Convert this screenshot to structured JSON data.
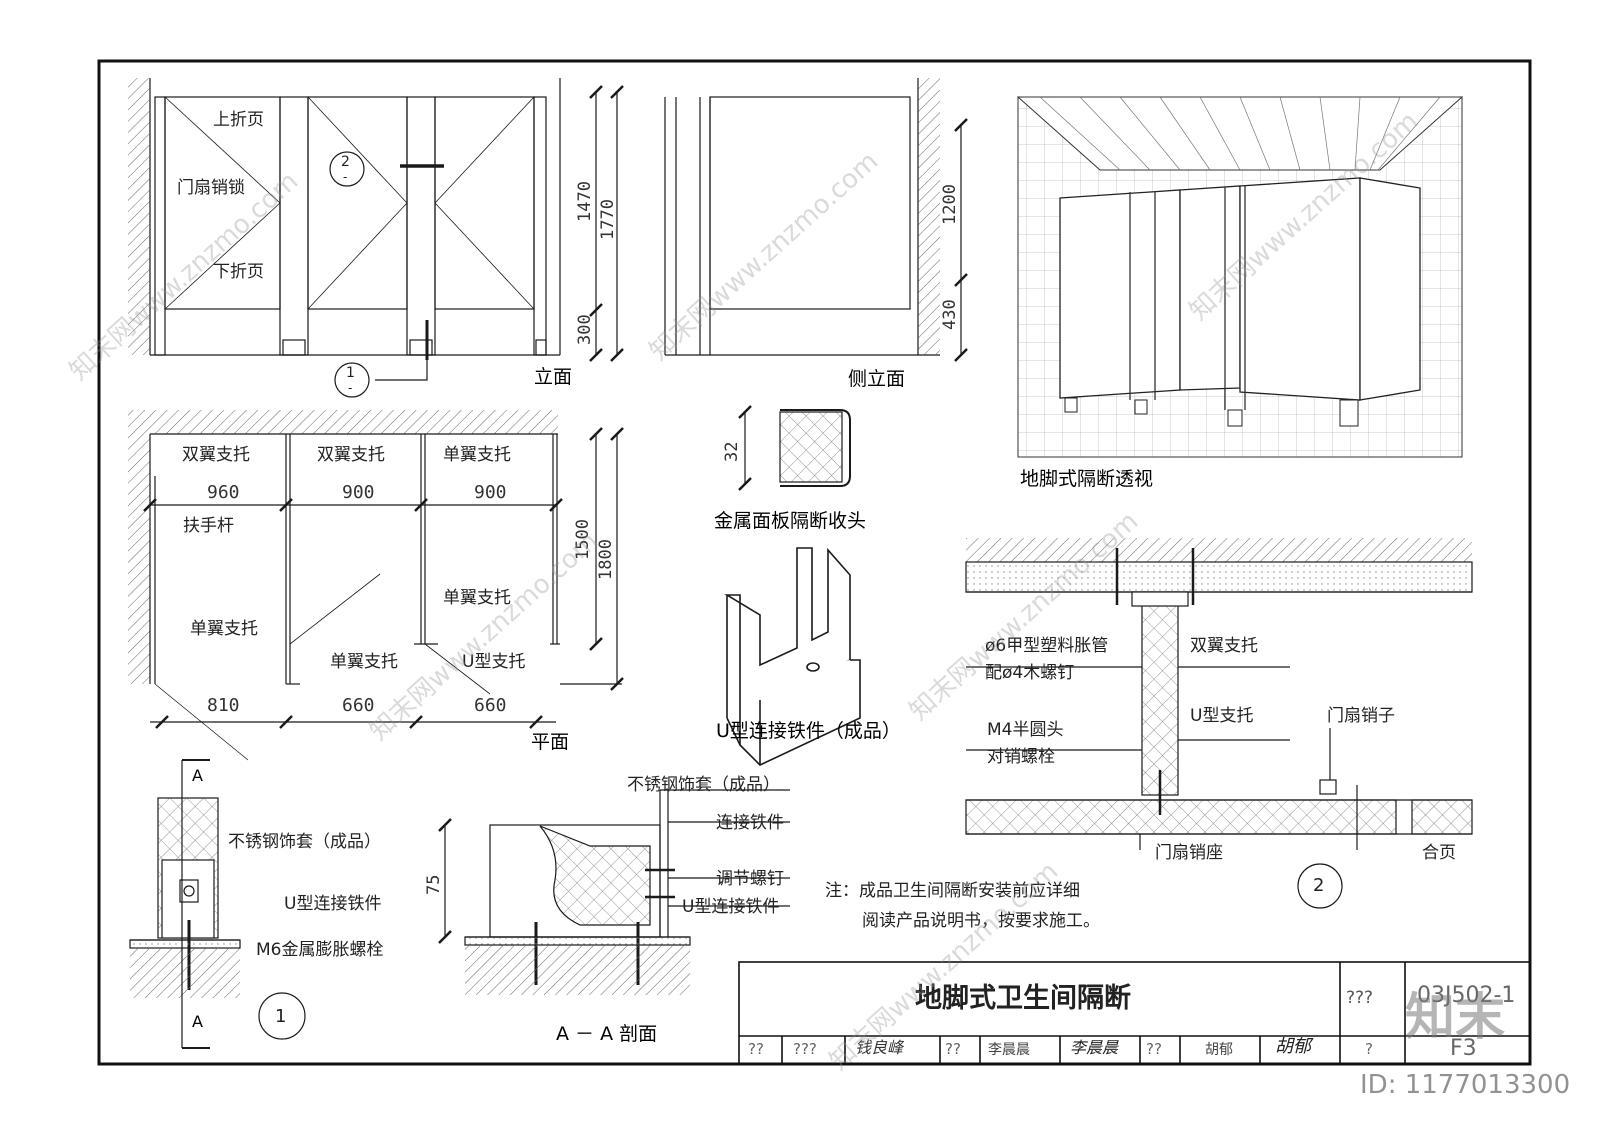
{
  "elevation": {
    "caption": "立面",
    "labels": {
      "upper_hinge": "上折页",
      "door_lock": "门扇销锁",
      "lower_hinge": "下折页"
    },
    "dims": {
      "d1470": "1470",
      "d1770": "1770",
      "d300": "300"
    },
    "callout_2": {
      "num": "2",
      "sub": "-"
    },
    "callout_1": {
      "num": "1",
      "sub": "-"
    }
  },
  "side_elevation": {
    "caption": "侧立面",
    "dims": {
      "d1200": "1200",
      "d430": "430"
    }
  },
  "perspective": {
    "caption": "地脚式隔断透视"
  },
  "plan": {
    "caption": "平面",
    "labels": {
      "double_support_1": "双翼支托",
      "double_support_2": "双翼支托",
      "single_support_top": "单翼支托",
      "handrail": "扶手杆",
      "single_support_mid": "单翼支托",
      "single_support_left": "单翼支托",
      "single_support_bottom": "单翼支托",
      "u_support": "U型支托"
    },
    "dims": {
      "d960": "960",
      "d900a": "900",
      "d900b": "900",
      "d1500": "1500",
      "d1800": "1800",
      "d810": "810",
      "d660a": "660",
      "d660b": "660"
    }
  },
  "edge_detail": {
    "caption": "金属面板隔断收头",
    "dim": "32"
  },
  "u_bracket": {
    "caption": "U型连接铁件（成品）"
  },
  "detail_1": {
    "section_mark": "A",
    "labels": {
      "steel_cover": "不锈钢饰套（成品）",
      "u_iron": "U型连接铁件",
      "m6_bolt": "M6金属膨胀螺栓"
    },
    "num": "1"
  },
  "section_aa": {
    "caption": "A － A 剖面",
    "dim": "75",
    "labels": {
      "steel_cover": "不锈钢饰套（成品）",
      "connector": "连接铁件",
      "adjust_screw": "调节螺钉",
      "u_iron": "U型连接铁件"
    }
  },
  "detail_2": {
    "labels": {
      "anchor": "ø6甲型塑料胀管",
      "anchor_2": "配ø4木螺钉",
      "double_support": "双翼支托",
      "u_support": "U型支托",
      "door_pin": "门扇销子",
      "m4_bolt": "M4半圆头",
      "m4_bolt_2": "对销螺栓",
      "door_pin_seat": "门扇销座",
      "hinge": "合页"
    },
    "num": "2"
  },
  "note": {
    "line1": "注：成品卫生间隔断安装前应详细",
    "line2": "阅读产品说明书，按要求施工。"
  },
  "title_block": {
    "title": "地脚式卫生间隔断",
    "atlas_label": "???",
    "atlas_no": "03J502-1",
    "page_no": "F3",
    "row": [
      "??",
      "???",
      "??",
      "李晨晨",
      "??",
      "胡郁",
      "?"
    ],
    "sig_1": "钱良峰",
    "sig_2": "李晨晨",
    "sig_3": "胡郁"
  },
  "watermark": {
    "text": "知末网www.znzmo.com",
    "logo": "知末",
    "id": "ID: 1177013300"
  },
  "colors": {
    "line": "#1a1a1a",
    "hatch": "#555555",
    "paper": "#ffffff"
  }
}
